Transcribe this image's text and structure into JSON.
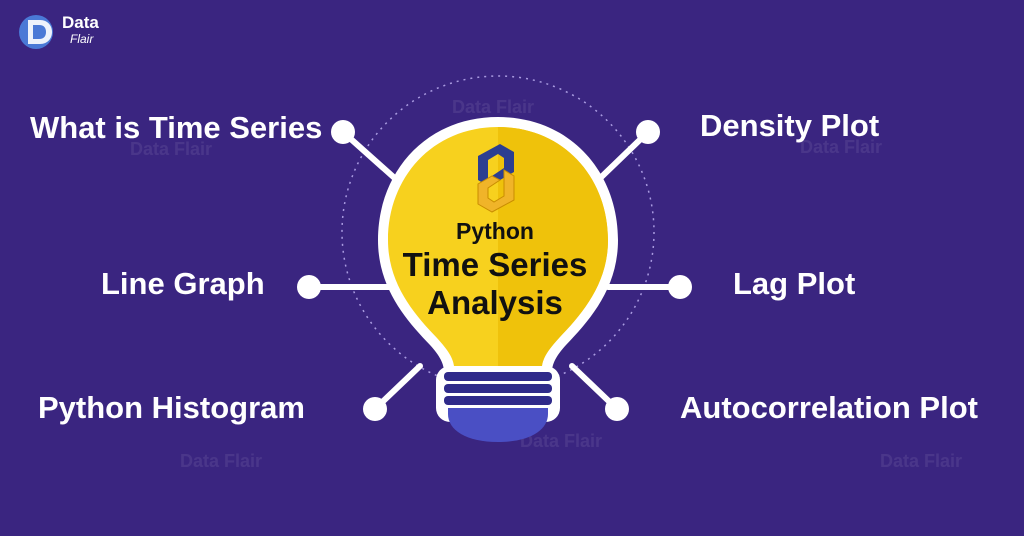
{
  "brand": {
    "line1": "Data",
    "line2": "Flair",
    "watermark": "Data Flair"
  },
  "bulb": {
    "pre_title": "Python",
    "title_line1": "Time Series",
    "title_line2": "Analysis"
  },
  "topics": {
    "left": [
      "What is Time Series",
      "Line Graph",
      "Python Histogram"
    ],
    "right": [
      "Density Plot",
      "Lag Plot",
      "Autocorrelation Plot"
    ]
  },
  "colors": {
    "background": "#3a2580",
    "bulb_yellow": "#f7d11e",
    "bulb_yellow_dark": "#f0c10d",
    "bulb_base": "#4a4fc4",
    "connector": "#ffffff"
  }
}
